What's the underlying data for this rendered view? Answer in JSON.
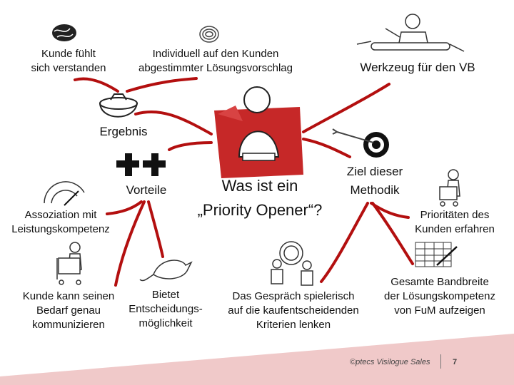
{
  "center": {
    "title_line1": "Was ist ein",
    "title_line2": "„Priority Opener“?"
  },
  "branches": {
    "ergebnis": {
      "label": "Ergebnis",
      "items": [
        {
          "lines": [
            "Kunde fühlt",
            "sich verstanden"
          ]
        },
        {
          "lines": [
            "Individuell auf den Kunden",
            "abgestimmter Lösungsvorschlag"
          ]
        }
      ]
    },
    "vorteile": {
      "label": "Vorteile",
      "items": [
        {
          "lines": [
            "Assoziation mit",
            "Leistungskompetenz"
          ]
        },
        {
          "lines": [
            "Kunde kann seinen",
            "Bedarf genau",
            "kommunizieren"
          ]
        },
        {
          "lines": [
            "Bietet",
            "Entscheidungs-",
            "möglichkeit"
          ]
        }
      ]
    },
    "werkzeug": {
      "label": "Werkzeug für den VB"
    },
    "ziel": {
      "label_lines": [
        "Ziel dieser",
        "Methodik"
      ],
      "items": [
        {
          "lines": [
            "Prioritäten des",
            "Kunden erfahren"
          ]
        },
        {
          "lines": [
            "Gesamte Bandbreite",
            "der  Lösungskompetenz",
            "von FuM aufzeigen"
          ]
        },
        {
          "lines": [
            "Das Gespräch spielerisch",
            "auf die kaufentscheidenden",
            "Kriterien lenken"
          ]
        }
      ]
    }
  },
  "footer": {
    "copyright": "©ptecs Visilogue Sales",
    "page": "7"
  },
  "colors": {
    "connector": "#b30f0f",
    "accent_block": "#c62828",
    "background_band": "#f0c9c9",
    "paper": "#ffffff"
  }
}
